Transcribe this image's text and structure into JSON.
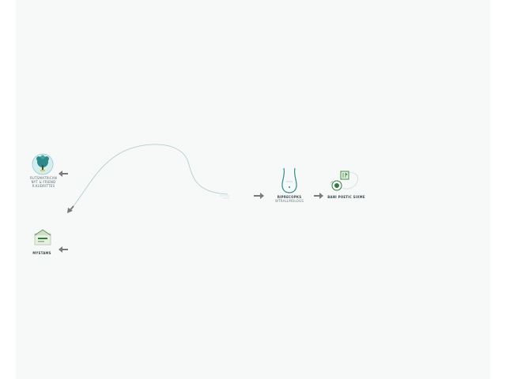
{
  "nodes": {
    "top_left": {
      "line1": "RUTSMATRICAN",
      "line2": "NYT & FRIEND",
      "line3": "R.KUDRITTES"
    },
    "bottom_left": {
      "label": "MYSTAMS"
    },
    "middle": {
      "line1": "RIPRECOPKS",
      "line2": "WTRALLMOLOGS"
    },
    "right": {
      "label": "BANI POETIC SIXME"
    }
  },
  "colors": {
    "teal": "#2e8a8a",
    "green": "#2f7d3b",
    "arrow": "#7a7a7a",
    "curve": "#a9c9cc"
  }
}
